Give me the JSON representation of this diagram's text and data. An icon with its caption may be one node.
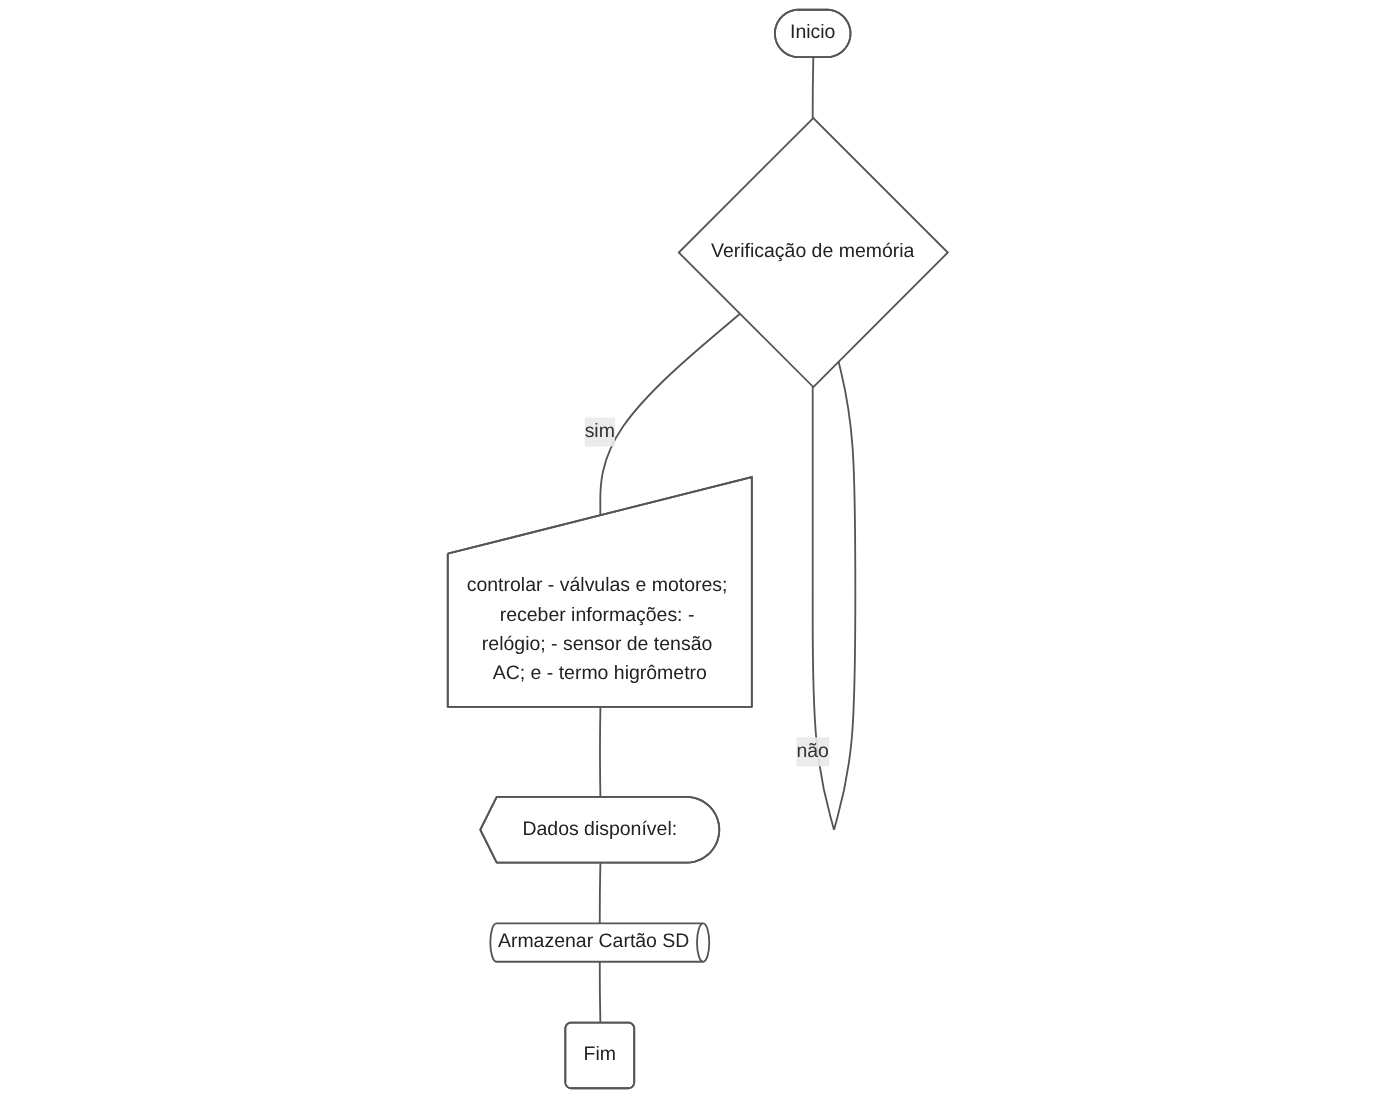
{
  "diagram": {
    "nodes": [
      {
        "text": [
          "Inicio"
        ]
      },
      {
        "text": [
          "Verificação de memória"
        ]
      },
      {
        "text": [
          "controlar - válvulas e motores; receber informações: - relógio; - sensor de tensão AC; e - termo higrômetro"
        ]
      },
      {
        "text": [
          "Dados disponível:"
        ]
      },
      {
        "text": [
          "Armazenar Cartão SD"
        ]
      },
      {
        "text": [
          "Fim"
        ]
      }
    ],
    "edges": [
      {
        "from": 0,
        "to": 1,
        "arrow": "none"
      },
      {
        "from": 1,
        "to": 1,
        "label": "não",
        "arrow": "none"
      },
      {
        "from": 1,
        "to": 2,
        "label": "sim",
        "arrow": "none"
      },
      {
        "from": 2,
        "to": 3,
        "arrow": "none"
      },
      {
        "from": 3,
        "to": 4,
        "arrow": "none"
      },
      {
        "from": 4,
        "to": 5,
        "arrow": "none"
      }
    ]
  }
}
